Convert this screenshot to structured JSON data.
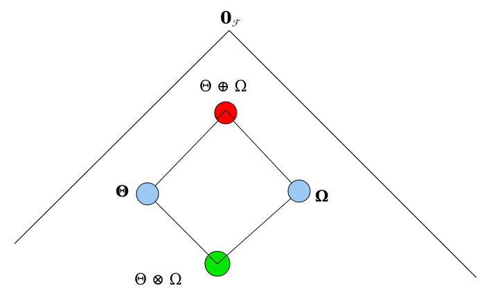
{
  "diagram": {
    "top_label": "0",
    "top_subscript": "ℱ",
    "join_label": "Θ ⊕ Ω",
    "theta_label": "Θ",
    "omega_label": "Ω",
    "meet_label": "Θ ⊗ Ω",
    "colors": {
      "join_node": "#ff0000",
      "side_nodes": "#9cc8f4",
      "meet_node": "#00e600",
      "lines": "#000000"
    }
  }
}
